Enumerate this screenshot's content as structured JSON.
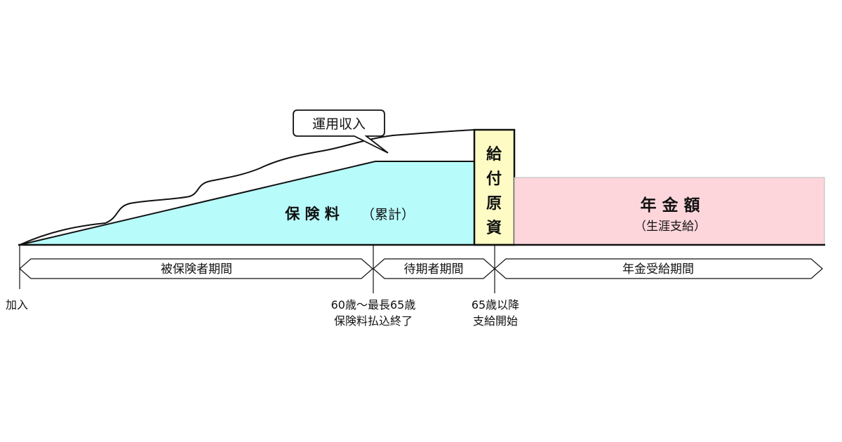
{
  "labels": {
    "investment_income": "運用収入",
    "premium_main": "保 険 料",
    "premium_sub": "（累計）",
    "benefit_source": [
      "給",
      "付",
      "原",
      "資"
    ],
    "pension_amount": "年 金 額",
    "pension_sub": "（生涯支給）"
  },
  "periods": {
    "insured": "被保険者期間",
    "waiting": "待期者期間",
    "receiving": "年金受給期間"
  },
  "milestones": {
    "join": "加入",
    "premium_end_line1": "60歳～最長65歳",
    "premium_end_line2": "保険料払込終了",
    "payment_start_line1": "65歳以降",
    "payment_start_line2": "支給開始"
  },
  "colors": {
    "premium_fill": "#b8fbfb",
    "benefit_source_fill": "#fefcc4",
    "pension_fill": "#fdd6dc",
    "stroke": "#111111"
  }
}
